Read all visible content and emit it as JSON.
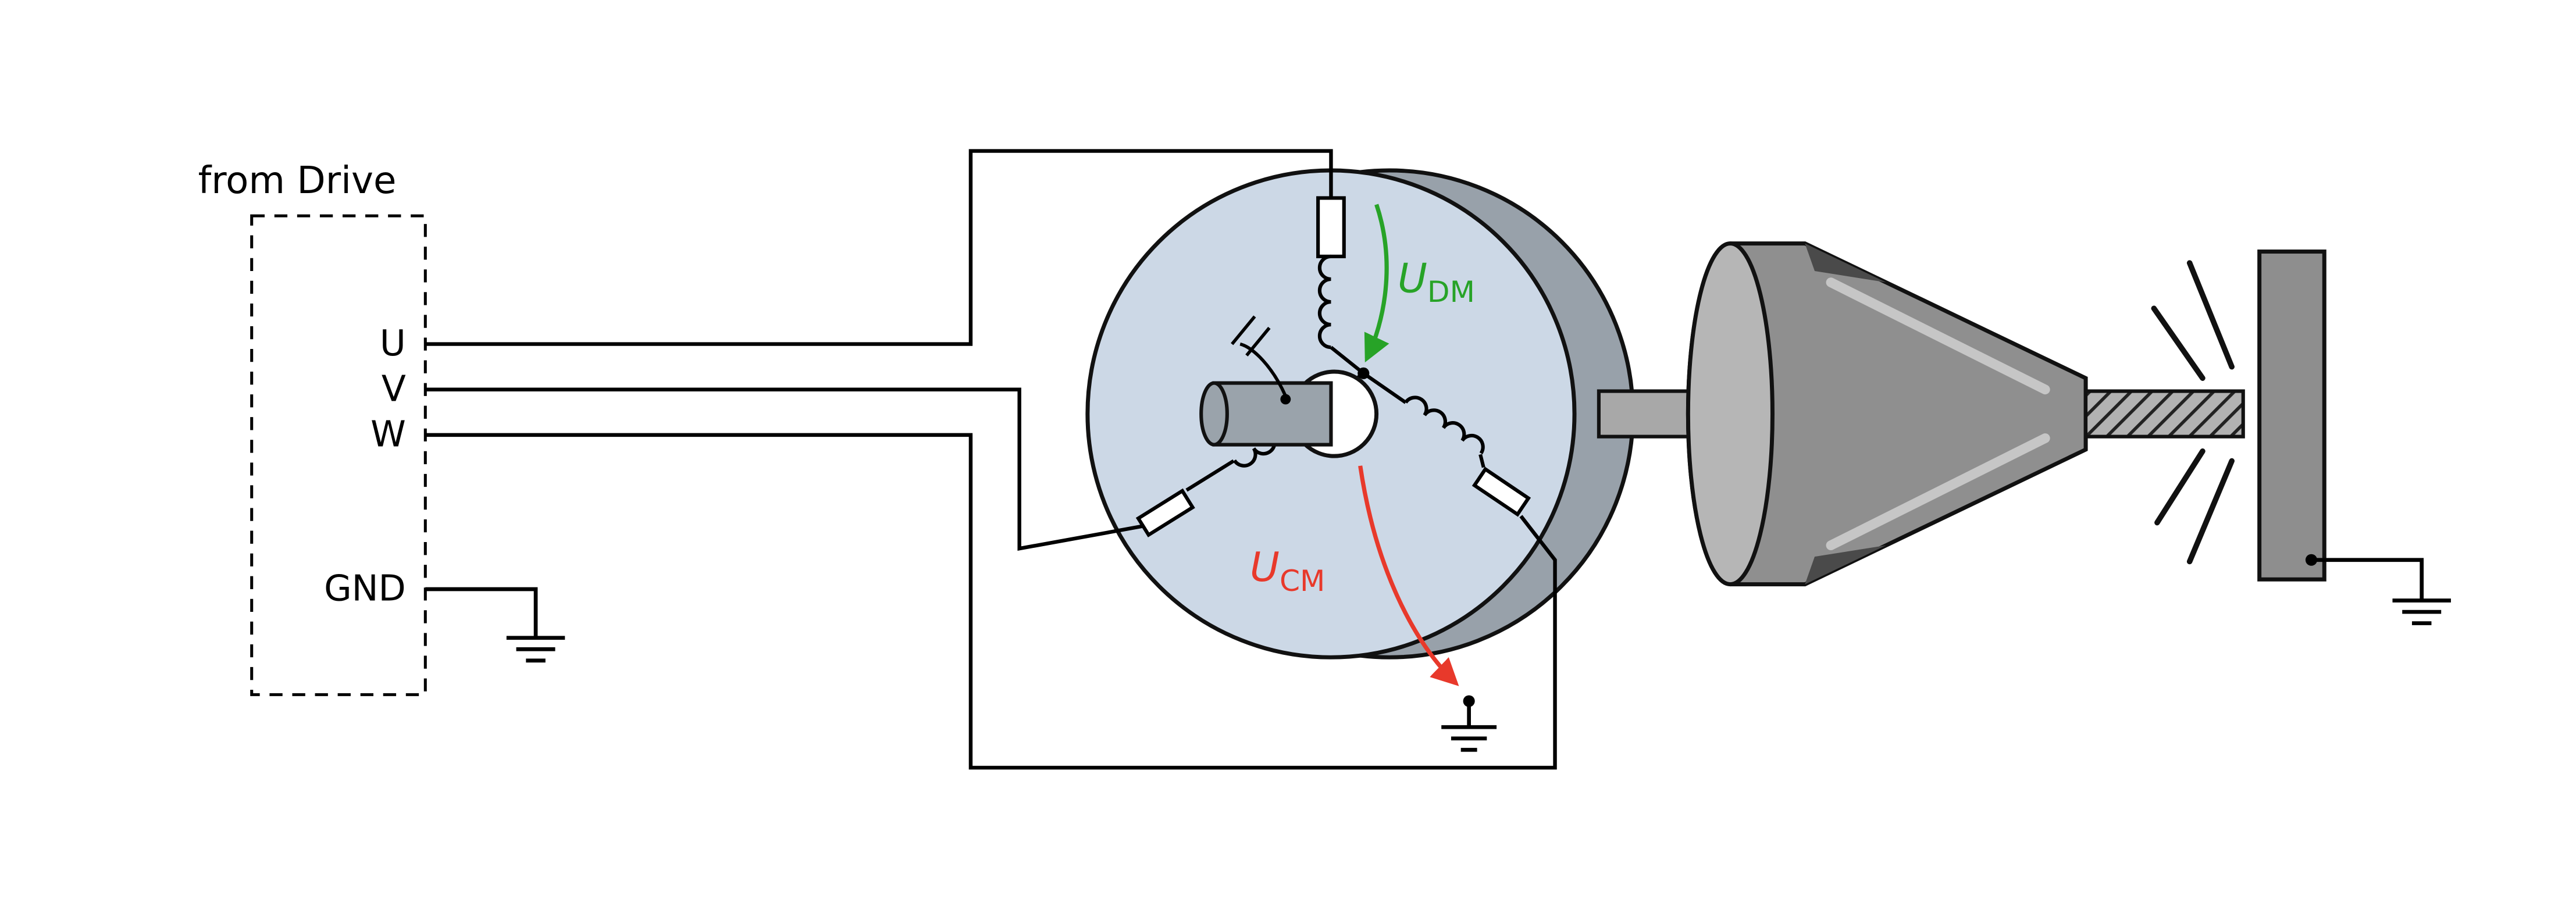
{
  "diagram": {
    "drive": {
      "label": "from Drive",
      "terminals": {
        "u": "U",
        "v": "V",
        "w": "W",
        "gnd": "GND"
      }
    },
    "voltages": {
      "dm": {
        "symbol": "U",
        "sub": "DM"
      },
      "cm": {
        "symbol": "U",
        "sub": "CM"
      }
    },
    "colors": {
      "dm_green": "#27a327",
      "cm_red": "#e8392b",
      "motor_fill": "#ccd8e6",
      "motor_back": "#98a1aa",
      "rotor_gray": "#9aa3ab",
      "shaft_gray": "#a8a8a8",
      "holder_face": "#b6b6b6",
      "holder_body": "#8f8f8f",
      "workpiece_gray": "#8e8e8e",
      "line_black": "#111111"
    }
  }
}
